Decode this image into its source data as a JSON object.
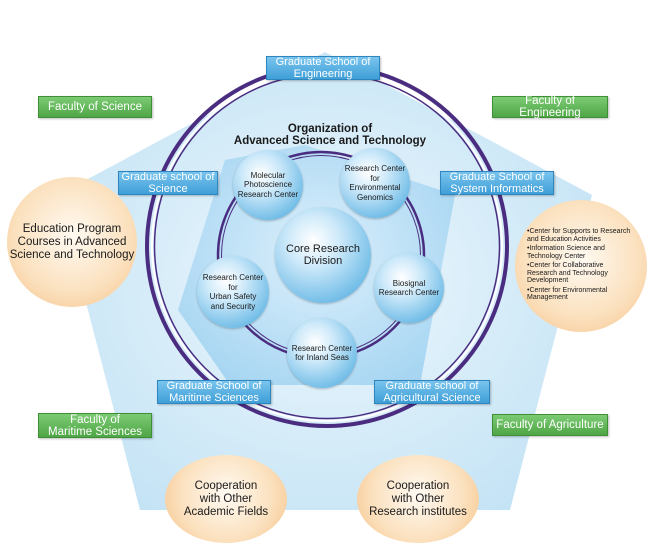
{
  "title": {
    "line1": "Organization of",
    "line2": "Advanced Science and Technology"
  },
  "faculties": {
    "science": "Faculty of Science",
    "engineering": "Faculty of Engineering",
    "maritime_line1": "Faculty of",
    "maritime_line2": "Maritime Sciences",
    "agriculture": "Faculty of Agriculture"
  },
  "graduate_schools": {
    "engineering_line1": "Graduate School of",
    "engineering_line2": "Engineering",
    "science_line1": "Graduate school of",
    "science_line2": "Science",
    "system_line1": "Graduate School of",
    "system_line2": "System Informatics",
    "maritime_line1": "Graduate School of",
    "maritime_line2": "Maritime Sciences",
    "agricultural_line1": "Graduate school of",
    "agricultural_line2": "Agricultural Science"
  },
  "research_centers": {
    "core_line1": "Core Research",
    "core_line2": "Division",
    "molecular_line1": "Molecular",
    "molecular_line2": "Photoscience",
    "molecular_line3": "Research Center",
    "genomics_line1": "Research Center",
    "genomics_line2": "for",
    "genomics_line3": "Environmental",
    "genomics_line4": "Genomics",
    "biosignal_line1": "Biosignal",
    "biosignal_line2": "Research Center",
    "inland_line1": "Research Center",
    "inland_line2": "for Inland Seas",
    "urban_line1": "Research Center",
    "urban_line2": "for",
    "urban_line3": "Urban Safety",
    "urban_line4": "and Security"
  },
  "education_program": {
    "line1": "Education Program",
    "line2": "Courses in Advanced",
    "line3": "Science and Technology"
  },
  "support_centers": [
    "•Center for Supports to Research and Education Activities",
    "•Information Science and Technology Center",
    "•Center for Collaborative Research and Technology Development",
    "•Center for Environmental Management"
  ],
  "cooperation": {
    "academic_line1": "Cooperation",
    "academic_line2": "with Other",
    "academic_line3": "Academic Fields",
    "institutes_line1": "Cooperation",
    "institutes_line2": "with Other",
    "institutes_line3": "Research institutes"
  },
  "colors": {
    "pentagon_fill": "#d7ecf8",
    "ring_stroke": "#4a2d80",
    "green_label": "#5bb552",
    "blue_label": "#4aa8df",
    "orange_circle": "#f7cc98"
  }
}
